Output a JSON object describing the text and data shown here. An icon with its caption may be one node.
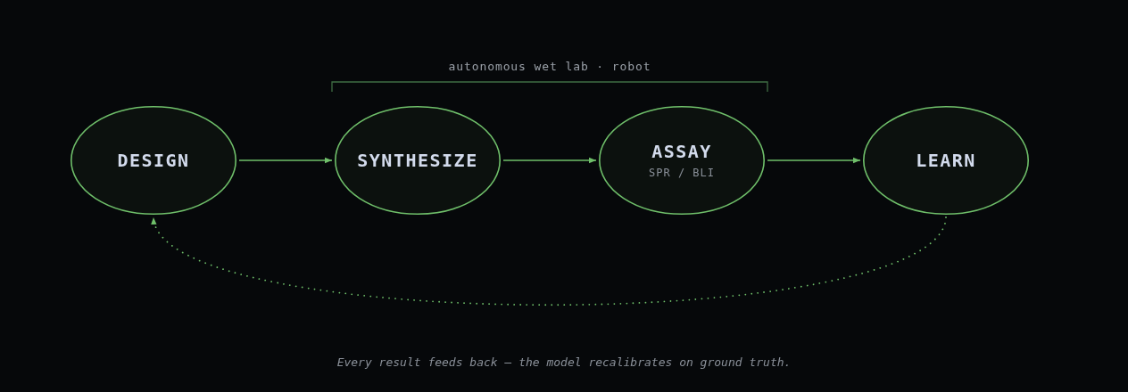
{
  "diagram": {
    "caption": "Every result feeds back — the model recalibrates on ground truth.",
    "nodes": [
      {
        "text": [
          "DESIGN"
        ]
      },
      {
        "text": [
          "SYNTHESIZE"
        ]
      },
      {
        "text": [
          "ASSAY",
          "SPR / BLI"
        ]
      },
      {
        "text": [
          "LEARN"
        ]
      }
    ],
    "edges": [
      {
        "from": 0,
        "to": 1,
        "arrow": "to"
      },
      {
        "from": 1,
        "to": 2,
        "arrow": "to"
      },
      {
        "from": 2,
        "to": 3,
        "arrow": "to"
      },
      {
        "from": 3,
        "to": 0,
        "arrow": "to",
        "style": "dashed"
      }
    ],
    "labels": [
      "autonomous wet lab · robot"
    ]
  }
}
